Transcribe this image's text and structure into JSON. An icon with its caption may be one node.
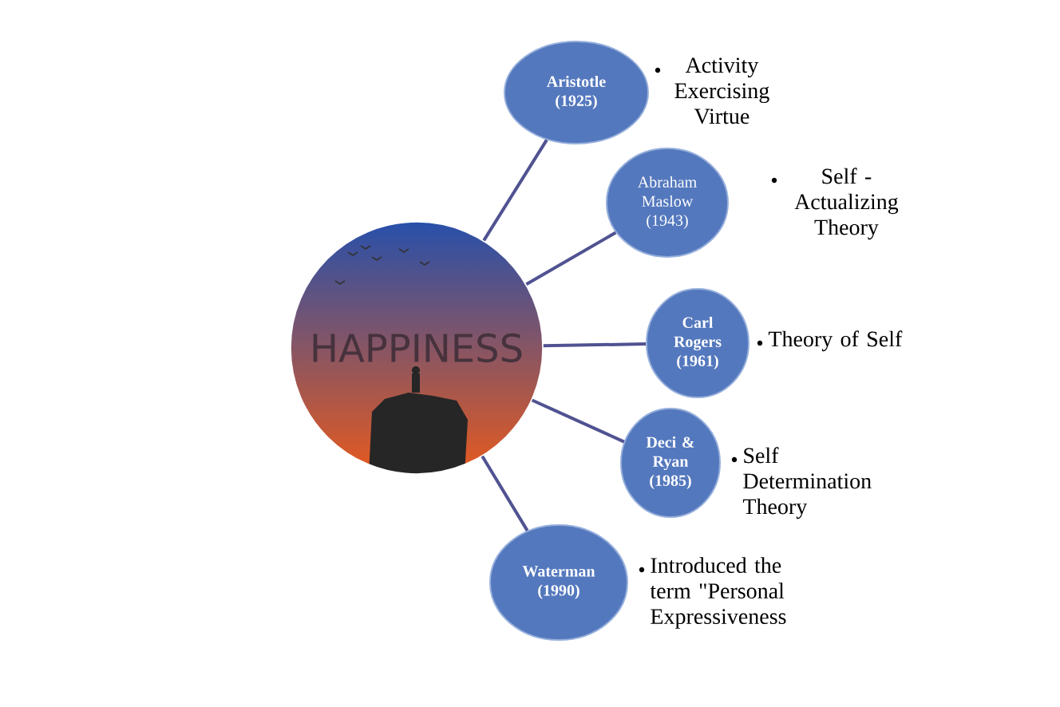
{
  "diagram": {
    "nodes": [
      {
        "text": [
          "HAPPINESS"
        ]
      },
      {
        "text": [
          "Aristotle (1925)"
        ],
        "beside": [
          "Activity Exercising Virtue"
        ]
      },
      {
        "text": [
          "Abraham Maslow (1943)"
        ],
        "beside": [
          "Self - Actualizing Theory"
        ]
      },
      {
        "text": [
          "Carl Rogers (1961)"
        ],
        "beside": [
          "Theory of Self"
        ]
      },
      {
        "text": [
          "Deci & Ryan (1985)"
        ],
        "beside": [
          "Self Determination Theory"
        ]
      },
      {
        "text": [
          "Waterman (1990)"
        ],
        "beside": [
          "Introduced the term \"Personal Expressiveness"
        ]
      }
    ],
    "edges": [
      {
        "from": 0,
        "to": 1,
        "arrow": "none"
      },
      {
        "from": 0,
        "to": 2,
        "arrow": "none"
      },
      {
        "from": 0,
        "to": 3,
        "arrow": "none"
      },
      {
        "from": 0,
        "to": 4,
        "arrow": "none"
      },
      {
        "from": 0,
        "to": 5,
        "arrow": "none"
      }
    ]
  }
}
